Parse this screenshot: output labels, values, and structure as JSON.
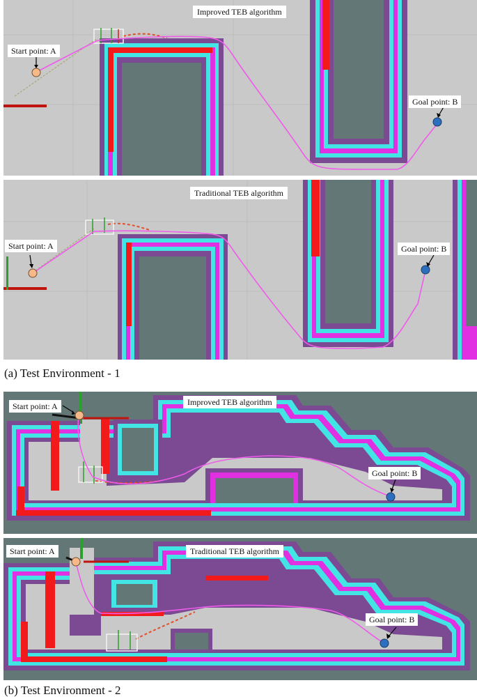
{
  "colors": {
    "floor": "#c9c9c9",
    "obstacle_dark": "#637776",
    "inflation_purple": "#7b4a93",
    "inflation_magenta": "#e12fe2",
    "inflation_cyan": "#43e4e4",
    "lethal_red": "#f21a1a",
    "path": "#ef5bea",
    "start_marker": "#f5b98a",
    "goal_marker": "#2d6fbf"
  },
  "env1": {
    "caption": "(a) Test Environment - 1",
    "improved": {
      "title": "Improved TEB algorithm",
      "start_label": "Start point: A",
      "goal_label": "Goal point: B"
    },
    "traditional": {
      "title": "Traditional TEB algorithm",
      "start_label": "Start point: A",
      "goal_label": "Goal point: B"
    }
  },
  "env2": {
    "caption": "(b) Test Environment - 2",
    "improved": {
      "title": "Improved TEB algorithm",
      "start_label": "Start point: A",
      "goal_label": "Goal point: B"
    },
    "traditional": {
      "title": "Traditional TEB algorithm",
      "start_label": "Start point: A",
      "goal_label": "Goal point: B"
    }
  }
}
